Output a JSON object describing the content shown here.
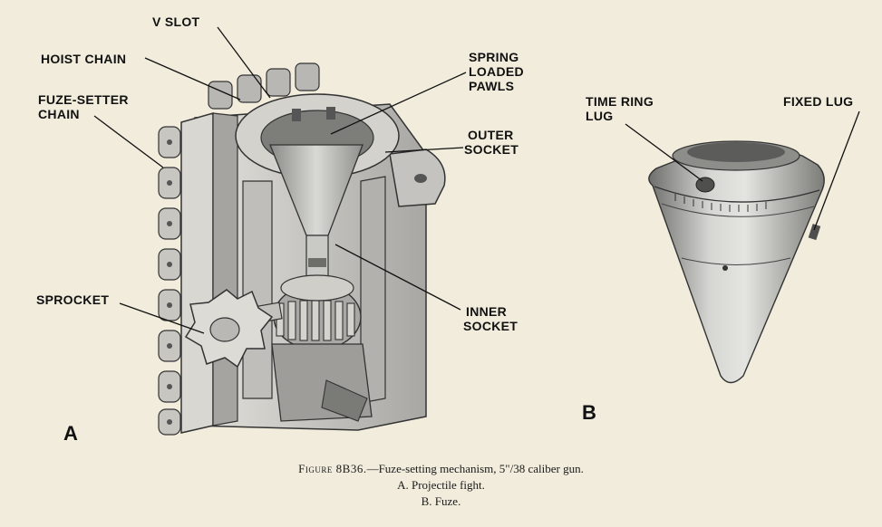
{
  "figure": {
    "number_label": "Figure 8B36.",
    "title": "—Fuze-setting mechanism, 5\"/38 caliber gun.",
    "sublines": [
      "A. Projectile fight.",
      "B. Fuze."
    ]
  },
  "panels": {
    "a": {
      "letter": "A",
      "labels": {
        "v_slot": "V SLOT",
        "hoist_chain": "HOIST CHAIN",
        "fuze_setter_chain_line1": "FUZE-SETTER",
        "fuze_setter_chain_line2": "CHAIN",
        "spring_line1": "SPRING",
        "spring_line2": "LOADED",
        "spring_line3": "PAWLS",
        "outer_line1": "OUTER",
        "outer_line2": "SOCKET",
        "sprocket": "SPROCKET",
        "inner_line1": "INNER",
        "inner_line2": "SOCKET"
      }
    },
    "b": {
      "letter": "B",
      "labels": {
        "time_ring_line1": "TIME RING",
        "time_ring_line2": "LUG",
        "fixed_lug": "FIXED LUG"
      }
    }
  },
  "colors": {
    "paper": "#f1ecdc",
    "metal_light": "#c9c9c6",
    "metal_mid": "#9c9c99",
    "metal_dark": "#5a5a58",
    "ink": "#111111"
  }
}
